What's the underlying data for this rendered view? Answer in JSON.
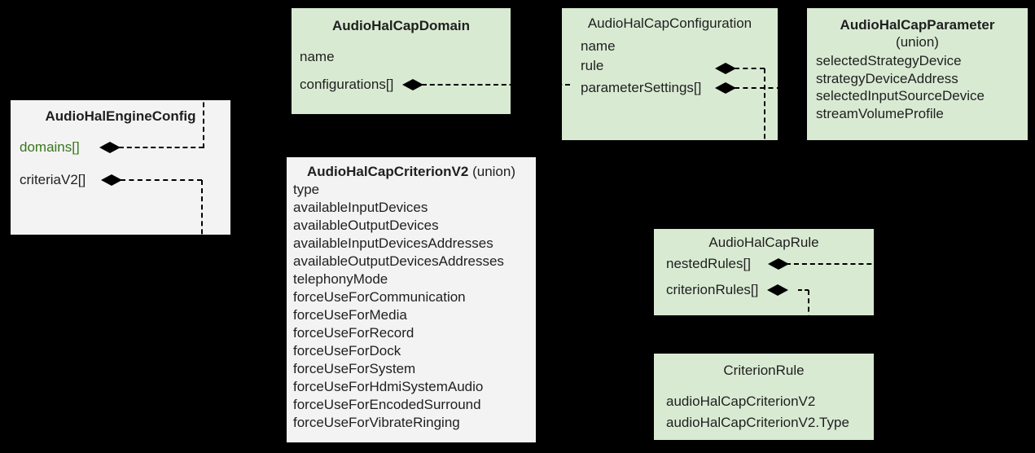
{
  "diagram": {
    "background_color": "#000000",
    "box_colors": {
      "green": "#d9ead3",
      "gray": "#f3f3f3"
    },
    "accent_text_color": "#38761d",
    "connector_style": "black dashed lines with filled aggregation diamonds",
    "icons": {
      "aggregation_diamond": "black filled diamond"
    },
    "boxes": {
      "engine": {
        "title": "AudioHalEngineConfig",
        "fields": [
          "domains[]",
          "criteriaV2[]"
        ]
      },
      "domain": {
        "title": "AudioHalCapDomain",
        "fields": [
          "name",
          "configurations[]"
        ]
      },
      "configuration": {
        "title": "AudioHalCapConfiguration",
        "fields": [
          "name",
          "rule",
          "parameterSettings[]"
        ]
      },
      "parameter": {
        "title": "AudioHalCapParameter",
        "subtitle": "(union)",
        "fields": [
          "selectedStrategyDevice",
          "strategyDeviceAddress",
          "selectedInputSourceDevice",
          "streamVolumeProfile"
        ]
      },
      "criterion": {
        "title": "AudioHalCapCriterionV2",
        "title_suffix": " (union)",
        "fields": [
          "type",
          "availableInputDevices",
          "availableOutputDevices",
          "availableInputDevicesAddresses",
          "availableOutputDevicesAddresses",
          "telephonyMode",
          "forceUseForCommunication",
          "forceUseForMedia",
          "forceUseForRecord",
          "forceUseForDock",
          "forceUseForSystem",
          "forceUseForHdmiSystemAudio",
          "forceUseForEncodedSurround",
          "forceUseForVibrateRinging"
        ]
      },
      "rule": {
        "title": "AudioHalCapRule",
        "fields": [
          "nestedRules[]",
          "criterionRules[]"
        ]
      },
      "criterion_rule": {
        "title": "CriterionRule",
        "fields": [
          "audioHalCapCriterionV2",
          "audioHalCapCriterionV2.Type"
        ]
      }
    }
  }
}
